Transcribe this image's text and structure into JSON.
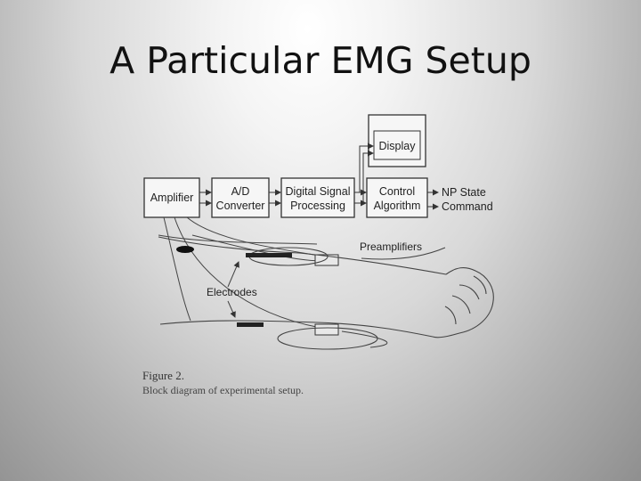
{
  "slide": {
    "title": "A Particular EMG Setup"
  },
  "figure": {
    "blocks": {
      "amplifier": "Amplifier",
      "ad_line1": "A/D",
      "ad_line2": "Converter",
      "dsp_line1": "Digital Signal",
      "dsp_line2": "Processing",
      "control_line1": "Control",
      "control_line2": "Algorithm",
      "display": "Display"
    },
    "output_line1": "NP State",
    "output_line2": "Command",
    "preamplifiers_label": "Preamplifiers",
    "electrodes_label": "Electrodes",
    "figure_label": "Figure 2.",
    "figure_caption": "Block diagram of experimental setup."
  }
}
